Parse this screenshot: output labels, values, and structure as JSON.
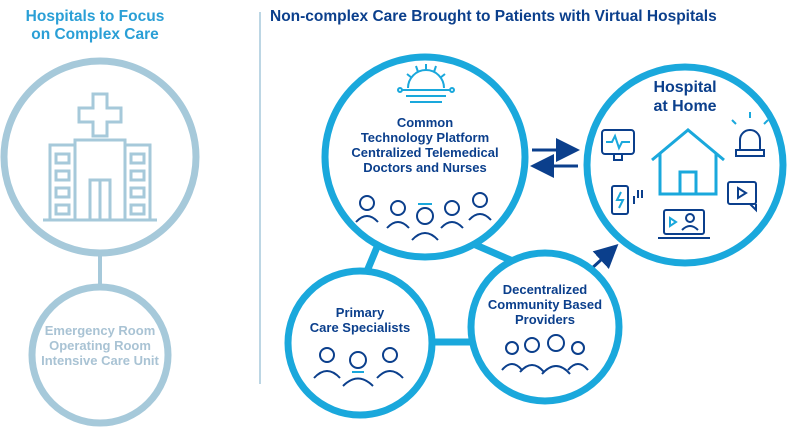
{
  "left": {
    "title_lines": [
      "Hospitals to Focus",
      "on Complex Care"
    ],
    "units_lines": [
      "Emergency Room",
      "Operating Room",
      "Intensive Care Unit"
    ]
  },
  "right": {
    "title": "Non-complex Care Brought to Patients with Virtual Hospitals",
    "platform_lines": [
      "Common",
      "Technology Platform",
      "Centralized Telemedical",
      "Doctors and Nurses"
    ],
    "hospital_home_lines": [
      "Hospital",
      "at Home"
    ],
    "primary_lines": [
      "Primary",
      "Care Specialists"
    ],
    "community_lines": [
      "Decentralized",
      "Community Based",
      "Providers"
    ]
  },
  "colors": {
    "accent": "#1aa8dc",
    "navy": "#0b3f8c",
    "pale_circle": "#a6c9da",
    "pale_text": "#a9c3d4"
  },
  "icons": [
    "hospital-building-icon",
    "gear-circuit-icon",
    "medical-staff-group-icon",
    "house-icon",
    "ecg-monitor-icon",
    "alarm-light-icon",
    "phone-charger-icon",
    "video-message-icon",
    "laptop-doctor-icon",
    "specialists-group-icon",
    "community-people-icon"
  ]
}
